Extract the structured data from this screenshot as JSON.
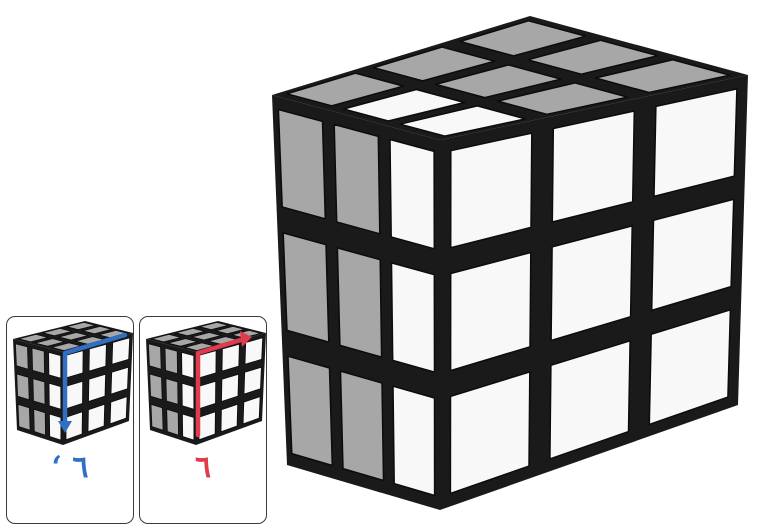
{
  "colors": {
    "sticker_white": "#f8f8f8",
    "sticker_gray": "#a7a7a7",
    "cube_body": "#1a1a1a",
    "arrow_blue": "#2f6fc4",
    "arrow_red": "#df3b4d"
  },
  "cube": {
    "size": "3x3x3",
    "faces": {
      "top": [
        "gray",
        "gray",
        "gray",
        "gray",
        "gray",
        "gray",
        "gray",
        "white",
        "white"
      ],
      "front": [
        "gray",
        "gray",
        "white",
        "gray",
        "gray",
        "white",
        "gray",
        "gray",
        "white"
      ],
      "right": [
        "white",
        "white",
        "white",
        "white",
        "white",
        "white",
        "white",
        "white",
        "white"
      ]
    }
  },
  "moves": [
    {
      "label": "‘ ٦",
      "color": "#2f6fc4",
      "arrow": "down",
      "icon": "blue-down-arrow-icon"
    },
    {
      "label": "٦",
      "color": "#df3b4d",
      "arrow": "up",
      "icon": "red-up-arrow-icon"
    }
  ]
}
